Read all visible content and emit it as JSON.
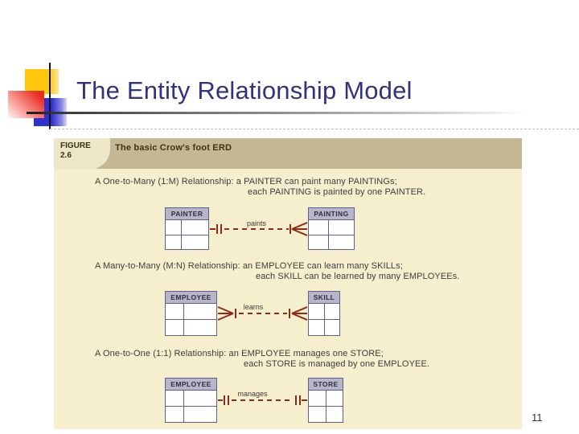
{
  "slide": {
    "title": "The Entity Relationship Model",
    "page_number": "11"
  },
  "figure": {
    "label_line1": "FIGURE",
    "label_line2": "2.6",
    "caption": "The basic Crow's foot ERD",
    "rows": [
      {
        "relationship_type": "1:M",
        "desc_line1": "A One-to-Many (1:M) Relationship: a PAINTER can paint many PAINTINGs;",
        "desc_line2": "each PAINTING is painted by one PAINTER.",
        "left_entity": "PAINTER",
        "right_entity": "PAINTING",
        "verb": "paints",
        "left_cardinality": "one",
        "right_cardinality": "many"
      },
      {
        "relationship_type": "M:N",
        "desc_line1": "A Many-to-Many (M:N) Relationship: an EMPLOYEE can learn many SKILLs;",
        "desc_line2": "each SKILL can be learned by many EMPLOYEEs.",
        "left_entity": "EMPLOYEE",
        "right_entity": "SKILL",
        "verb": "learns",
        "left_cardinality": "many",
        "right_cardinality": "many"
      },
      {
        "relationship_type": "1:1",
        "desc_line1": "A One-to-One (1:1) Relationship: an EMPLOYEE manages one STORE;",
        "desc_line2": "each STORE is managed by one EMPLOYEE.",
        "left_entity": "EMPLOYEE",
        "right_entity": "STORE",
        "verb": "manages",
        "left_cardinality": "one",
        "right_cardinality": "one"
      }
    ]
  },
  "colors": {
    "title": "#32327d",
    "band_bg": "#c4b894",
    "panel_bg": "#f5efce",
    "label_bg": "#ede7c8",
    "caption_text": "#3d3118",
    "desc_text": "#3c3c3c",
    "entity_header_bg": "#b6b6c8",
    "entity_border": "#5f5f8f",
    "connector": "#8e2a1c"
  }
}
